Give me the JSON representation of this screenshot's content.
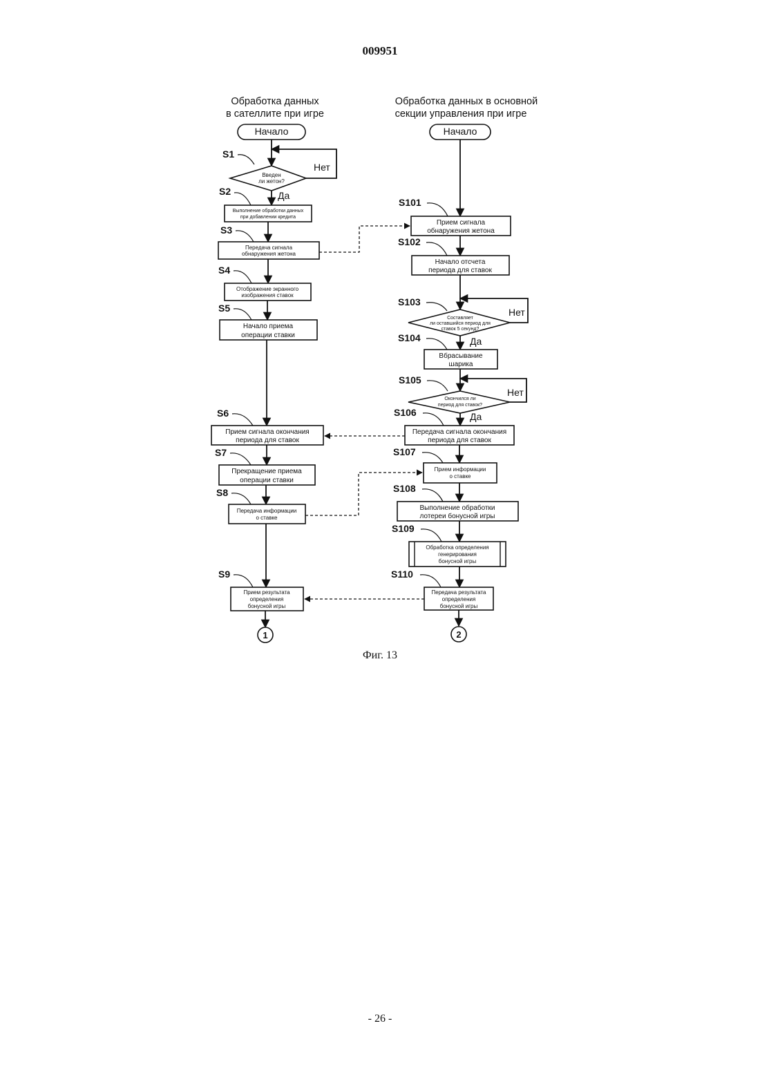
{
  "document": {
    "number": "009951",
    "figure_caption": "Фиг. 13",
    "page_number": "- 26 -"
  },
  "left_column": {
    "header": [
      "Обработка данных",
      "в сателлите при игре"
    ],
    "start_label": "Начало",
    "decision_no": "Нет",
    "decision_yes": "Да",
    "steps": [
      {
        "id": "S1",
        "lines": [
          "Введен",
          "ли жетон?"
        ]
      },
      {
        "id": "S2",
        "lines": [
          "Выполнение обработки данных",
          "при добавлении кредита"
        ]
      },
      {
        "id": "S3",
        "lines": [
          "Передача сигнала",
          "обнаружения жетона"
        ]
      },
      {
        "id": "S4",
        "lines": [
          "Отображение экранного",
          "изображения ставок"
        ]
      },
      {
        "id": "S5",
        "lines": [
          "Начало приема",
          "операции ставки"
        ]
      },
      {
        "id": "S6",
        "lines": [
          "Прием сигнала окончания",
          "периода для ставок"
        ]
      },
      {
        "id": "S7",
        "lines": [
          "Прекращение приема",
          "операции ставки"
        ]
      },
      {
        "id": "S8",
        "lines": [
          "Передача информации",
          "о ставке"
        ]
      },
      {
        "id": "S9",
        "lines": [
          "Прием результата",
          "определения",
          "бонусной игры"
        ]
      }
    ],
    "connector": "1"
  },
  "right_column": {
    "header": [
      "Обработка данных в основной",
      "секции управления при игре"
    ],
    "start_label": "Начало",
    "decision_no": "Нет",
    "decision_yes": "Да",
    "steps": [
      {
        "id": "S101",
        "lines": [
          "Прием сигнала",
          "обнаружения жетона"
        ]
      },
      {
        "id": "S102",
        "lines": [
          "Начало отсчета",
          "периода для ставок"
        ]
      },
      {
        "id": "S103",
        "lines": [
          "Составляет",
          "ли оставшийся период для",
          "ставок 5 секунд?"
        ]
      },
      {
        "id": "S104",
        "lines": [
          "Вбрасывание",
          "шарика"
        ]
      },
      {
        "id": "S105",
        "lines": [
          "Окончился ли",
          "период для ставок?"
        ]
      },
      {
        "id": "S106",
        "lines": [
          "Передача сигнала окончания",
          "периода для ставок"
        ]
      },
      {
        "id": "S107",
        "lines": [
          "Прием информации",
          "о ставке"
        ]
      },
      {
        "id": "S108",
        "lines": [
          "Выполнение обработки",
          "лотереи бонусной игры"
        ]
      },
      {
        "id": "S109",
        "lines": [
          "Обработка определения",
          "генерирования",
          "бонусной игры"
        ]
      },
      {
        "id": "S110",
        "lines": [
          "Передача результата",
          "определения",
          "бонусной игры"
        ]
      }
    ],
    "connector": "2"
  }
}
